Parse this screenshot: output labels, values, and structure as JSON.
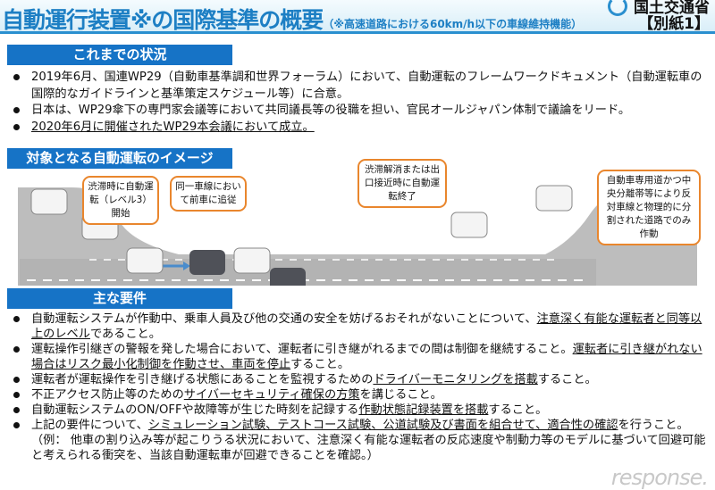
{
  "header": {
    "title": "自動運行装置※の国際基準の概要",
    "subtitle": "（※高速道路における60km/h以下の車線維持機能）",
    "ministry": "国土交通省",
    "annex": "【別紙1】"
  },
  "sections": {
    "history": {
      "heading": "これまでの状況",
      "items": [
        [
          {
            "t": "2019年6月、国連WP29（自動車基準調和世界フォーラム）において、自動運転のフレームワークドキュメント（自動運転車の国際的なガイドラインと基準策定スケジュール等）に合意。"
          }
        ],
        [
          {
            "t": "日本は、WP29傘下の専門家会議等において共同議長等の役職を担い、官民オールジャパン体制で議論をリード。"
          }
        ],
        [
          {
            "t": "2020年6月に開催されたWP29本会議において成立。",
            "u": true
          }
        ]
      ]
    },
    "image": {
      "heading": "対象となる自動運転のイメージ",
      "callouts": [
        "渋滞時に自動運転（レベル3）開始",
        "同一車線において前車に追従",
        "渋滞解消または出口接近時に自動運転終了",
        "自動車専用道かつ中央分離帯等により反対車線と物理的に分割された道路でのみ作動"
      ]
    },
    "requirements": {
      "heading": "主な要件",
      "items": [
        [
          {
            "t": "自動運転システムが作動中、乗車人員及び他の交通の安全を妨げるおそれがないことについて、"
          },
          {
            "t": "注意深く有能な運転者と同等以上のレベル",
            "u": true
          },
          {
            "t": "であること。"
          }
        ],
        [
          {
            "t": "運転操作引継ぎの警報を発した場合において、運転者に引き継がれるまでの間は制御を継続すること。"
          },
          {
            "t": "運転者に引き継がれない場合はリスク最小化制御を作動させ、車両を停止",
            "u": true
          },
          {
            "t": "すること。"
          }
        ],
        [
          {
            "t": "運転者が運転操作を引き継げる状態にあることを監視するための"
          },
          {
            "t": "ドライバーモニタリングを搭載",
            "u": true
          },
          {
            "t": "すること。"
          }
        ],
        [
          {
            "t": "不正アクセス防止等のための"
          },
          {
            "t": "サイバーセキュリティ確保の方策",
            "u": true
          },
          {
            "t": "を講じること。"
          }
        ],
        [
          {
            "t": "自動運転システムのON/OFFや故障等が生じた時刻を記録する"
          },
          {
            "t": "作動状態記録装置を搭載",
            "u": true
          },
          {
            "t": "すること。"
          }
        ],
        [
          {
            "t": "上記の要件について、"
          },
          {
            "t": "シミュレーション試験、テストコース試験、公道試験及び書面を組合せて、適合性の確認",
            "u": true
          },
          {
            "t": "を行うこと。"
          }
        ]
      ],
      "note": "（例： 他車の割り込み等が起こりうる状況において、注意深く有能な運転者の反応速度や制動力等のモデルに基づいて回避可能と考えられる衝突を、当該自動運転車が回避できることを確認。）"
    }
  },
  "watermark": "response."
}
